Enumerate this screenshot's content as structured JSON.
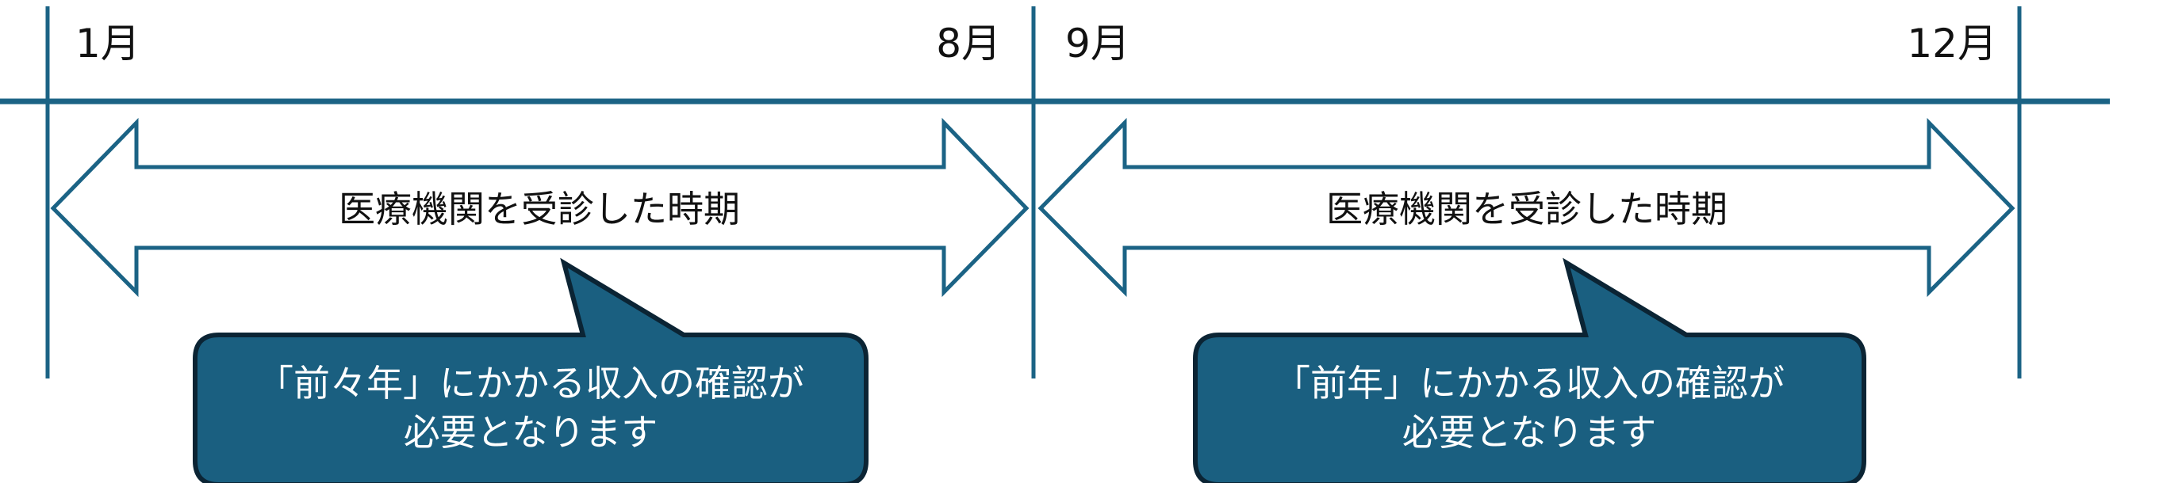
{
  "colors": {
    "line": "#1b6385",
    "callout_fill": "#1a5f80",
    "callout_border": "#0b2434"
  },
  "months": {
    "m1": "1月",
    "m8": "8月",
    "m9": "9月",
    "m12": "12月"
  },
  "periods": [
    {
      "arrow_label": "医療機関を受診した時期",
      "callout_line1": "「前々年」にかかる収入の確認が",
      "callout_line2": "必要となります"
    },
    {
      "arrow_label": "医療機関を受診した時期",
      "callout_line1": "「前年」にかかる収入の確認が",
      "callout_line2": "必要となります"
    }
  ]
}
